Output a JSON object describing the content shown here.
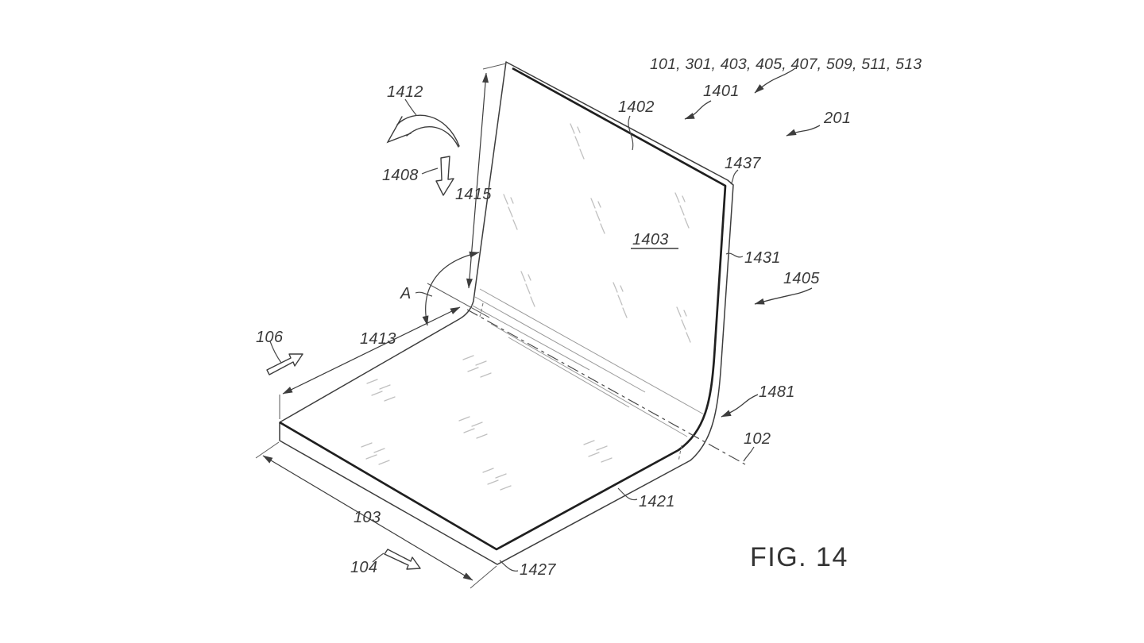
{
  "figure": {
    "caption": "FIG. 14",
    "reference_list": "101, 301, 403, 405, 407, 509, 511, 513",
    "labels": {
      "n1401": "1401",
      "n201": "201",
      "n1402": "1402",
      "n1437": "1437",
      "n1412": "1412",
      "n1408": "1408",
      "n1415": "1415",
      "n1403": "1403",
      "n1431": "1431",
      "n1405": "1405",
      "nA": "A",
      "n1413": "1413",
      "n106": "106",
      "n1481": "1481",
      "n102": "102",
      "n1421": "1421",
      "n103": "103",
      "n104": "104",
      "n1427": "1427"
    },
    "colors": {
      "ink": "#3a3a3a",
      "faint_line": "#9a9a9a",
      "background": "#ffffff"
    }
  }
}
